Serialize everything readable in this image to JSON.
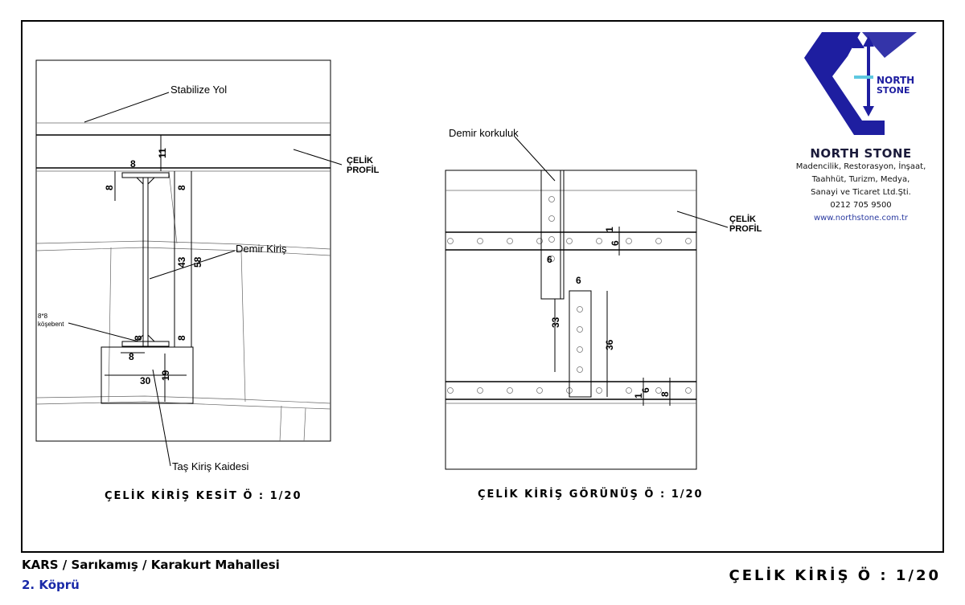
{
  "section": {
    "labels": {
      "road": "Stabilize Yol",
      "profile": "ÇELİK\nPROFİL",
      "beam": "Demir Kiriş",
      "angle_a": "8*8",
      "angle_b": "köşebent",
      "base": "Taş Kiriş Kaidesi"
    },
    "dims": [
      "8",
      "11",
      "8",
      "8",
      "43",
      "58",
      "8",
      "8",
      "8",
      "30",
      "19"
    ],
    "title": "ÇELİK KİRİŞ KESİT Ö : 1/20"
  },
  "elevation": {
    "labels": {
      "railing": "Demir korkuluk",
      "profile": "ÇELİK\nPROFİL"
    },
    "dims": [
      "1",
      "6",
      "6",
      "6",
      "33",
      "36",
      "1",
      "6",
      "8"
    ],
    "title": "ÇELİK KİRİŞ GÖRÜNÜŞ Ö : 1/20"
  },
  "company": {
    "name": "NORTH STONE",
    "lines": [
      "Madencilik, Restorasyon, İnşaat,",
      "Taahhüt, Turizm, Medya,",
      "Sanayi ve Ticaret Ltd.Şti.",
      "0212 705 9500"
    ],
    "web": "www.northstone.com.tr",
    "logo_text_a": "NORTH",
    "logo_text_b": "STONE",
    "logo_color": "#1e1ea0",
    "logo_accent": "#5ec8e0"
  },
  "footer": {
    "location": "KARS / Sarıkamış / Karakurt Mahallesi",
    "bridge": "2. Köprü",
    "sheet_title": "ÇELİK KİRİŞ  Ö : 1/20"
  }
}
